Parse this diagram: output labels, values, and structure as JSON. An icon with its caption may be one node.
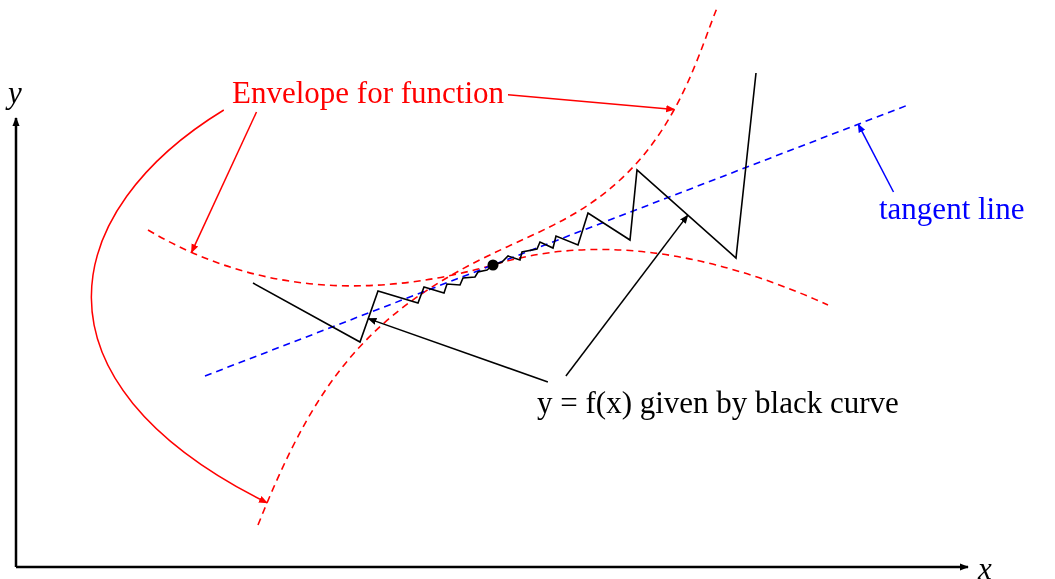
{
  "diagram": {
    "nodes": [
      {
        "text": [
          "Envelope for function"
        ]
      },
      {
        "text": [],
        "shape": "curve"
      },
      {
        "text": [],
        "shape": "curve"
      },
      {
        "text": [
          "tangent line"
        ]
      },
      {
        "text": [],
        "shape": "line"
      },
      {
        "text": [
          "y = f(x) given by black curve"
        ]
      },
      {
        "text": [],
        "shape": "curve"
      }
    ],
    "edges": [
      {
        "from": 0,
        "to": 1,
        "arrow": "to"
      },
      {
        "from": 0,
        "to": 2,
        "arrow": "to"
      },
      {
        "from": 0,
        "to": 1,
        "arrow": "to"
      },
      {
        "from": 3,
        "to": 4,
        "arrow": "to",
        "color": "#0000ff"
      },
      {
        "from": 5,
        "to": 6,
        "arrow": "to",
        "color": "#000000"
      },
      {
        "from": 5,
        "to": 6,
        "arrow": "to",
        "color": "#000000"
      }
    ],
    "labels": [
      "y",
      "x"
    ]
  }
}
